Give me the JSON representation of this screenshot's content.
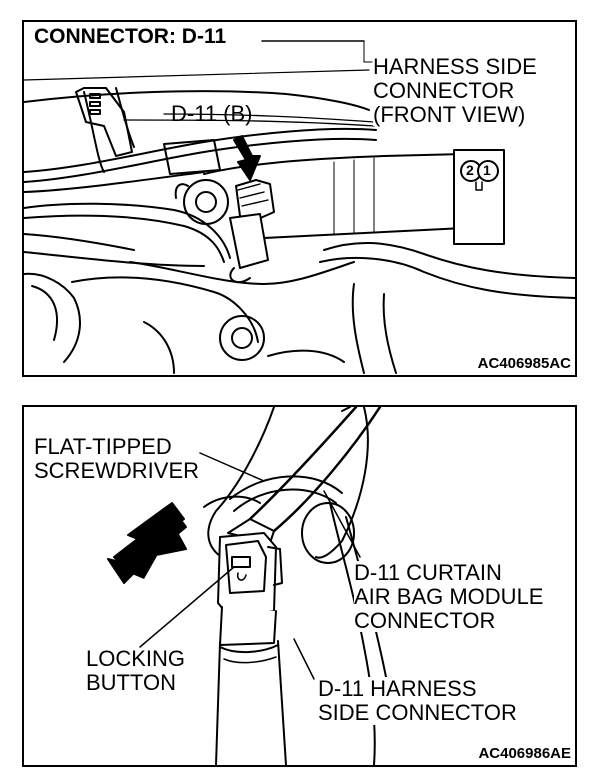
{
  "top_panel": {
    "title": "CONNECTOR: D-11",
    "connector_callout": "D-11 (B)",
    "harness_label": "HARNESS SIDE\nCONNECTOR\n(FRONT VIEW)",
    "pin_2": "2",
    "pin_1": "1",
    "figure_code": "AC406985AC"
  },
  "bottom_panel": {
    "screwdriver_label": "FLAT-TIPPED\nSCREWDRIVER",
    "curtain_label": "D-11 CURTAIN\nAIR BAG MODULE\nCONNECTOR",
    "locking_label": "LOCKING\nBUTTON",
    "harness_side_label": "D-11 HARNESS\nSIDE CONNECTOR",
    "figure_code": "AC406986AE"
  }
}
